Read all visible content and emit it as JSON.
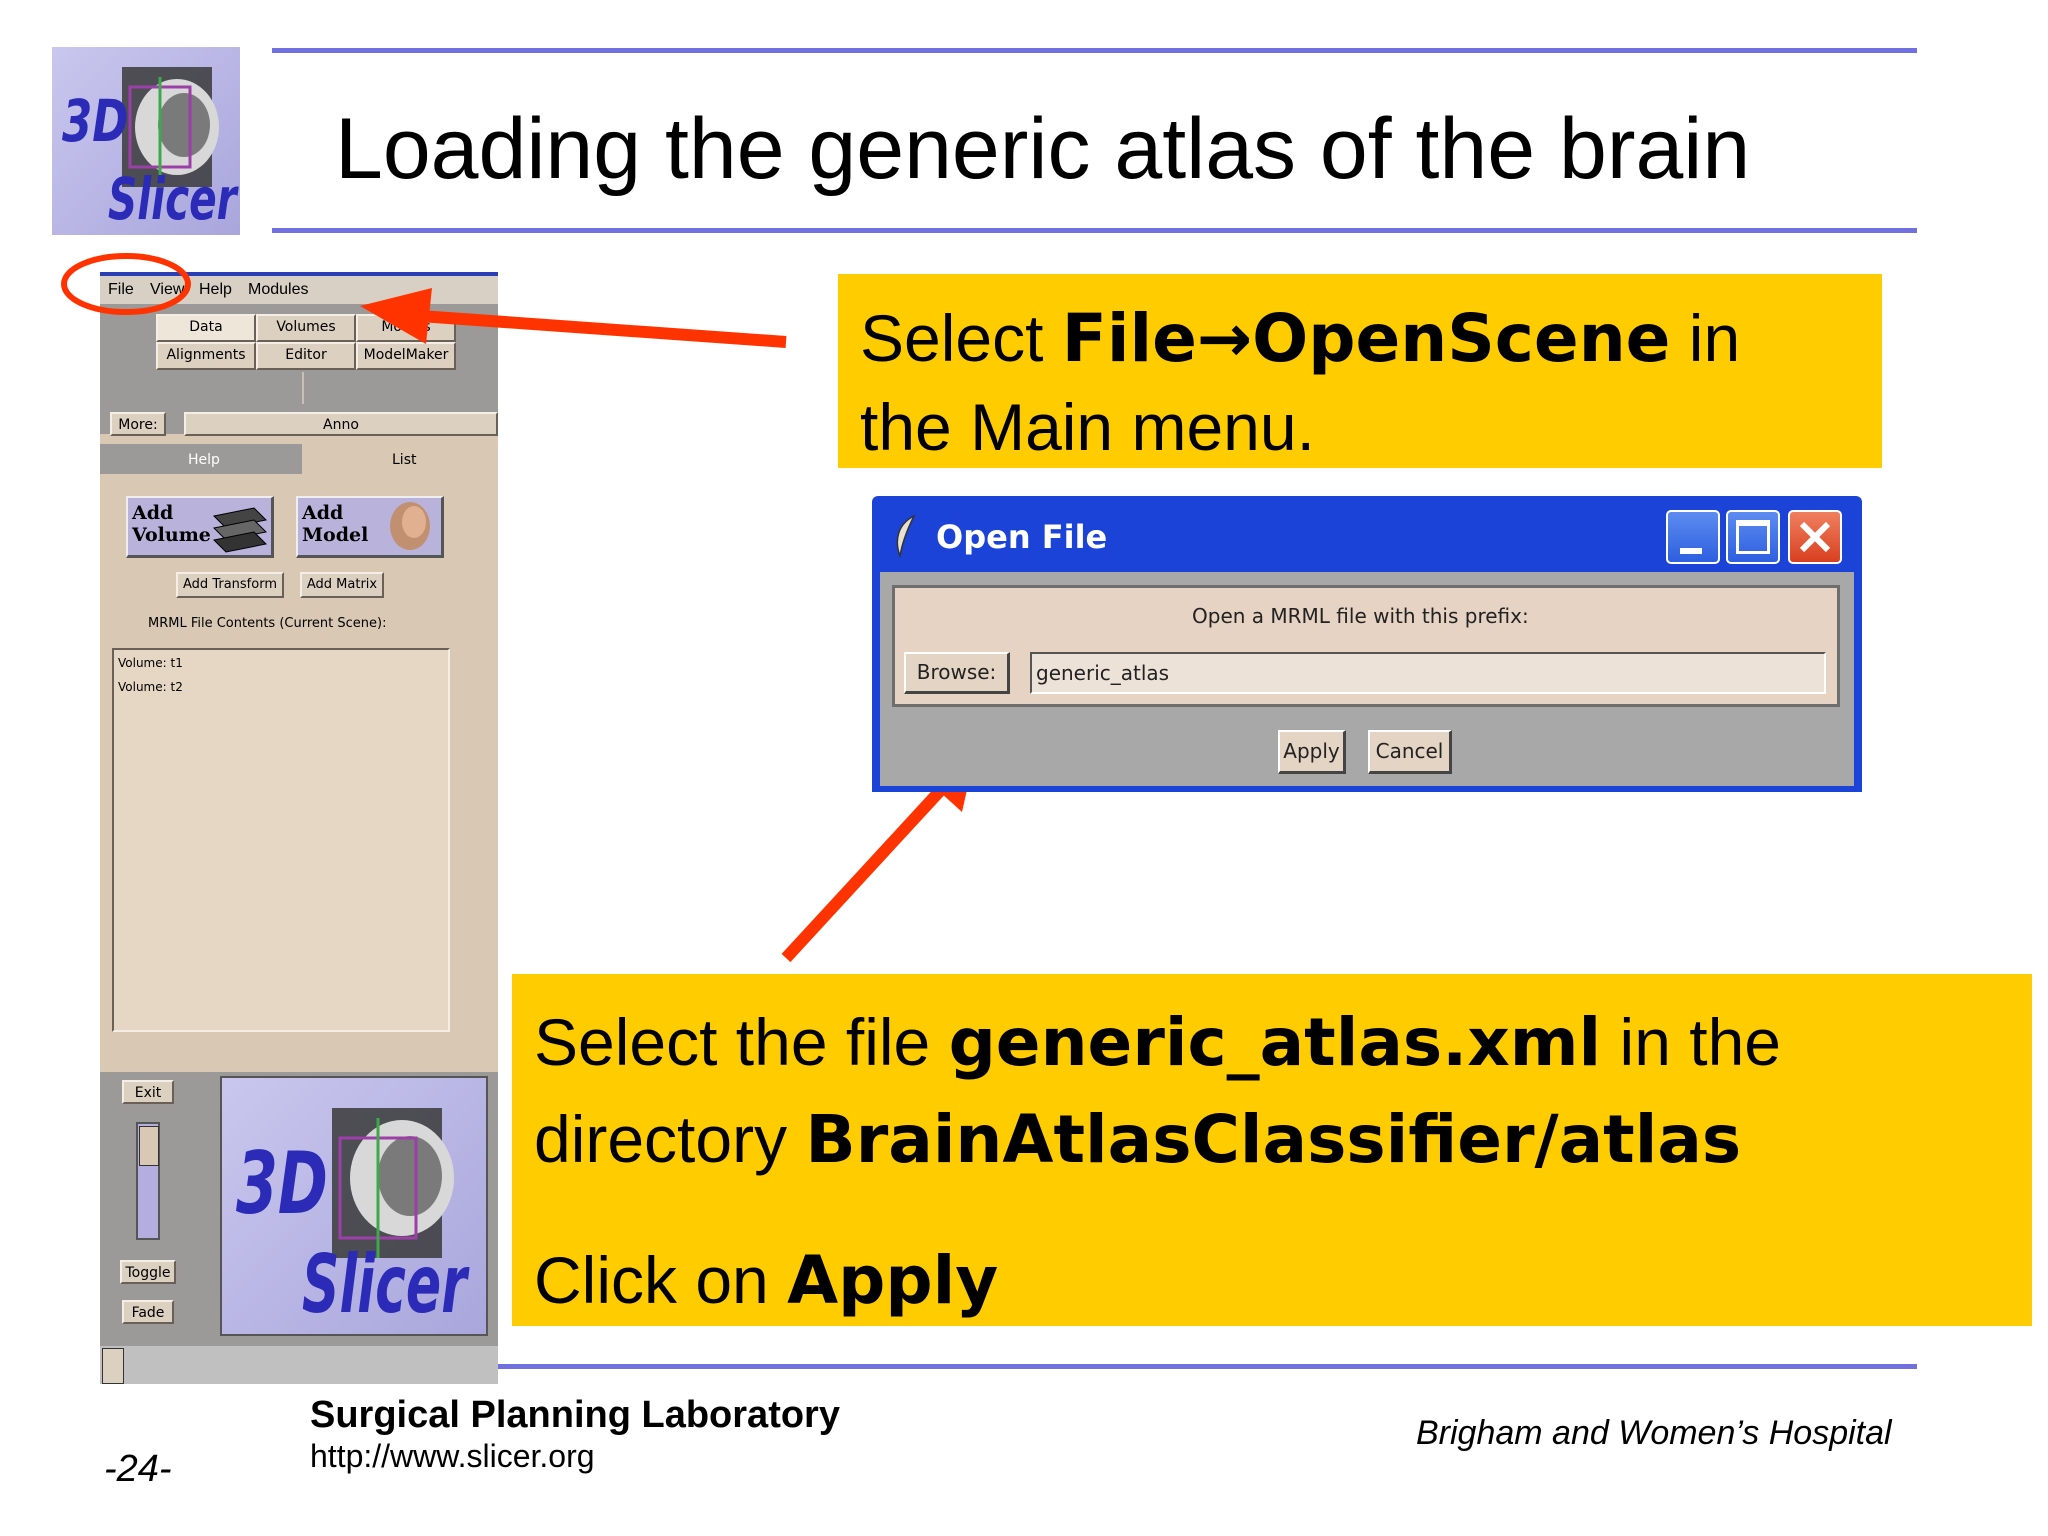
{
  "slide": {
    "title": "Loading the generic atlas of the brain",
    "logo_text": {
      "line1": "3D",
      "line2": "Slicer"
    }
  },
  "slicer_panel": {
    "menu": [
      "File",
      "View",
      "Help",
      "Modules"
    ],
    "module_tabs": [
      "Data",
      "Volumes",
      "Models",
      "Alignments",
      "Editor",
      "ModelMaker"
    ],
    "more_label": "More:",
    "more_value": "Anno",
    "sub_tabs": [
      "Help",
      "List"
    ],
    "add_volume": {
      "line1": "Add",
      "line2": "Volume"
    },
    "add_model": {
      "line1": "Add",
      "line2": "Model"
    },
    "add_transform": "Add Transform",
    "add_matrix": "Add Matrix",
    "mrml_caption": "MRML File Contents (Current Scene):",
    "mrml_items": [
      "Volume: t1",
      "Volume: t2"
    ],
    "exit": "Exit",
    "toggle": "Toggle",
    "fade": "Fade"
  },
  "callouts": {
    "top": {
      "t1": "Select ",
      "b1": "File→OpenScene",
      "t2": " in",
      "t3": "the Main menu."
    },
    "bottom": {
      "t1": "Select the file ",
      "b1": "generic_atlas.xml",
      "t2": " in the",
      "t3": "directory ",
      "b2": "BrainAtlasClassifier/atlas",
      "t4": "Click on ",
      "b3": "Apply"
    }
  },
  "dialog": {
    "title": "Open File",
    "prompt": "Open a MRML file with this prefix:",
    "browse": "Browse:",
    "field_value": "generic_atlas",
    "apply": "Apply",
    "cancel": "Cancel"
  },
  "footer": {
    "lab": "Surgical Planning Laboratory",
    "url": "http://www.slicer.org",
    "page": "-24-",
    "hospital": "Brigham and Women’s Hospital"
  },
  "colors": {
    "callout": "#ffcc00",
    "rule": "#7070e0",
    "arrow": "#ff3300",
    "dialog_title": "#1b43d8"
  }
}
